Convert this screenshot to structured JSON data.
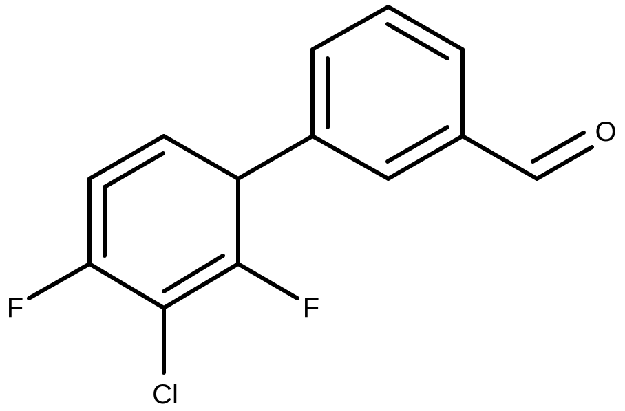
{
  "molecule": {
    "atom_labels": {
      "oxygen": "O",
      "fluorine_left": "F",
      "fluorine_right": "F",
      "chlorine": "Cl"
    }
  }
}
